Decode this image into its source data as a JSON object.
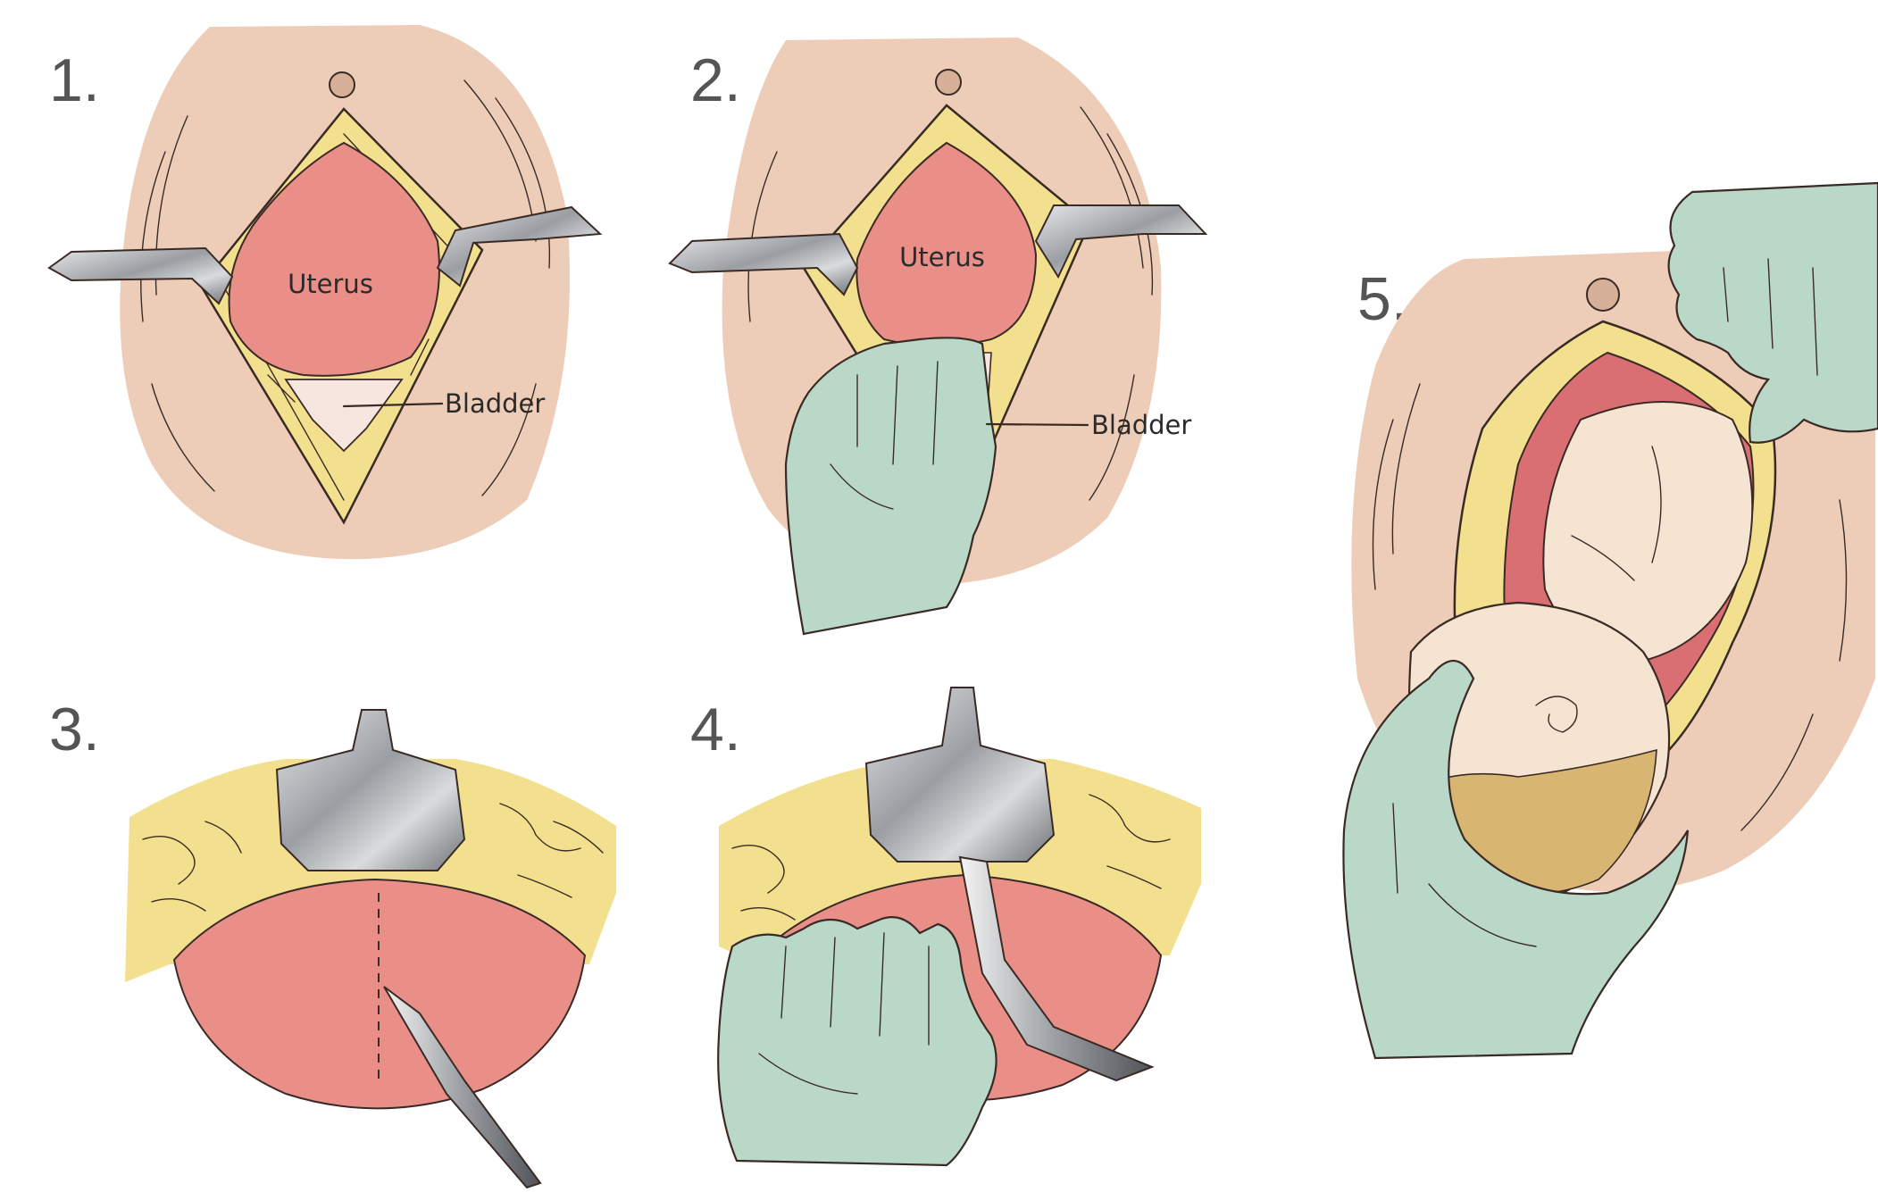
{
  "panels": [
    {
      "number": "1.",
      "labels": {
        "uterus": "Uterus",
        "bladder": "Bladder"
      }
    },
    {
      "number": "2.",
      "labels": {
        "uterus": "Uterus",
        "bladder": "Bladder"
      }
    },
    {
      "number": "3."
    },
    {
      "number": "4."
    },
    {
      "number": "5."
    }
  ],
  "colors": {
    "skin": "#edcdb8",
    "fat": "#f3e08f",
    "uterus": "#e98f88",
    "bladder": "#f7e6e0",
    "glove": "#b9d8c8",
    "metal": "#a8abae",
    "baby_skin": "#f6e4d2",
    "hair": "#d9b572"
  },
  "icons": [
    "retractor-icon",
    "scalpel-icon",
    "scissors-icon",
    "gloved-hand-icon",
    "navel-icon"
  ]
}
